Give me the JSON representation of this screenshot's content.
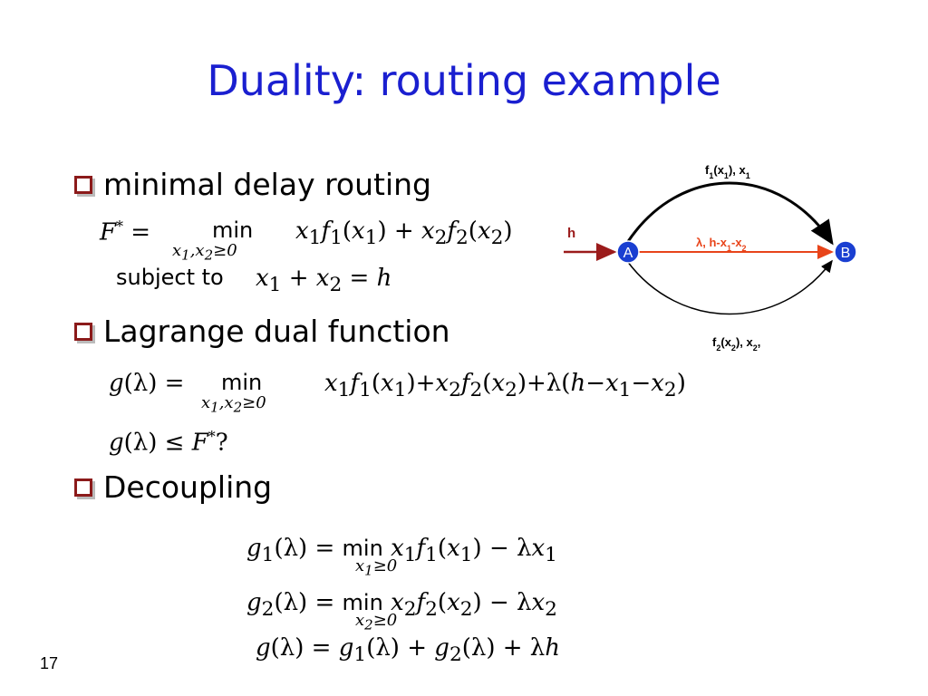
{
  "slide": {
    "title": "Duality: routing example",
    "page_number": "17"
  },
  "bullets": [
    {
      "text": "minimal delay routing"
    },
    {
      "text": "Lagrange dual function"
    },
    {
      "text": "Decoupling"
    }
  ],
  "equations": {
    "primal_lhs": "F* =",
    "primal_min": "min",
    "primal_min_sub": "x1,x2≥0",
    "primal_obj": "x1 f1(x1) + x2 f2(x2)",
    "subject_to_label": "subject to",
    "constraint": "x1 + x2 = h",
    "dual_lhs": "g(λ) =",
    "dual_min": "min",
    "dual_min_sub": "x1,x2≥0",
    "dual_obj": "x1 f1(x1)+x2 f2(x2)+λ(h−x1−x2)",
    "bound": "g(λ) ≤ F*?",
    "g1_lhs": "g1(λ) =",
    "g1_min": "min",
    "g1_sub": "x1≥0",
    "g1_obj": "x1 f1(x1) − λx1",
    "g2_lhs": "g2(λ) =",
    "g2_min": "min",
    "g2_sub": "x2≥0",
    "g2_obj": "x2 f2(x2) − λx2",
    "sum": "g(λ) = g1(λ) + g2(λ) + λh"
  },
  "diagram": {
    "node_a": "A",
    "node_b": "B",
    "input_label": "h",
    "top_edge_label": "f1(x1), x1",
    "mid_edge_label": "λ, h-x1-x2",
    "bottom_edge_label": "f2(x2), x2,",
    "colors": {
      "node_fill": "#1a3fd1",
      "mid_edge": "#e8441a",
      "input_edge": "#9b1b1b",
      "title": "#1a1fd0"
    }
  }
}
